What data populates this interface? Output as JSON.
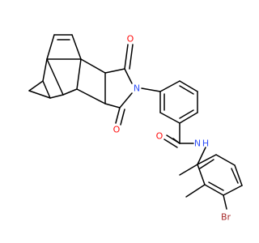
{
  "colors": {
    "background": "#ffffff",
    "bond": "#000000",
    "oxygen": "#ff0d0d",
    "nitrogen": "#3050f8",
    "bromine": "#a62929"
  },
  "atoms": {
    "O1": "O",
    "N1": "N",
    "O2": "O",
    "O3": "O",
    "NH": "N",
    "H": "H",
    "Br": "Br"
  }
}
